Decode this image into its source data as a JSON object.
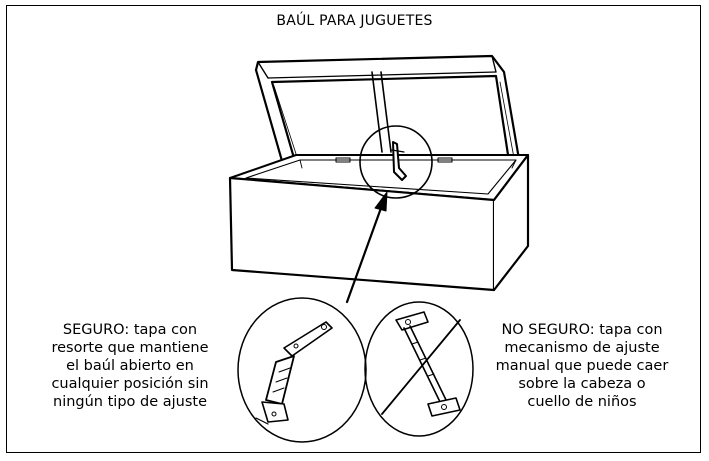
{
  "title": "BAÚL PARA JUGUETES",
  "safe": {
    "lines": [
      "SEGURO: tapa con",
      "resorte que mantiene",
      "el baúl abierto en",
      "cualquier posición sin",
      "ningún tipo de ajuste"
    ]
  },
  "unsafe": {
    "lines": [
      "NO SEGURO: tapa con",
      "mecanismo de ajuste",
      "manual que puede caer",
      "sobre la cabeza o",
      "cuello de niños"
    ]
  }
}
